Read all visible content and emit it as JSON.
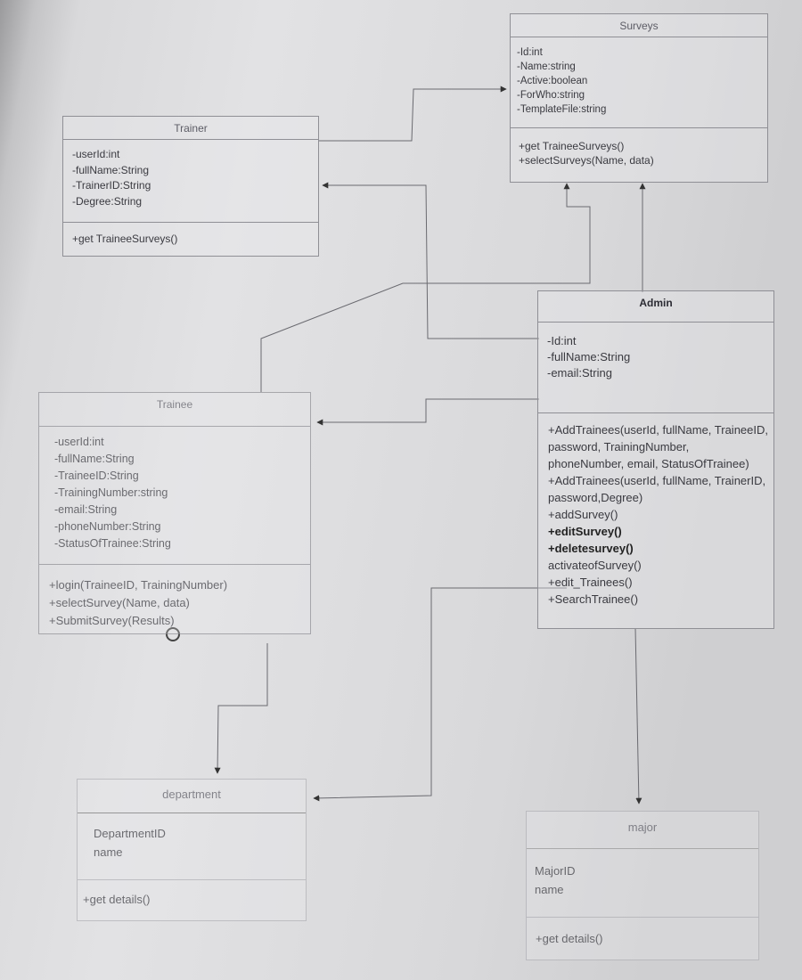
{
  "classes": {
    "surveys": {
      "title": "Surveys",
      "attributes": [
        "-Id:int",
        "-Name:string",
        "-Active:boolean",
        "-ForWho:string",
        "-TemplateFile:string"
      ],
      "methods": [
        "+get TraineeSurveys()",
        "+selectSurveys(Name, data)"
      ]
    },
    "trainer": {
      "title": "Trainer",
      "attributes": [
        "-userId:int",
        "-fullName:String",
        "-TrainerID:String",
        "-Degree:String"
      ],
      "methods": [
        "+get TraineeSurveys()"
      ]
    },
    "admin": {
      "title": "Admin",
      "attributes": [
        "-Id:int",
        "-fullName:String",
        "-email:String"
      ],
      "methods": [
        "+AddTrainees(userId, fullName, TraineeID, password, TrainingNumber, phoneNumber, email, StatusOfTrainee)",
        "+AddTrainees(userId, fullName, TrainerID, password,Degree)",
        "+addSurvey()",
        "+editSurvey()",
        "+deletesurvey()",
        "activateofSurvey()",
        "+edit_Trainees()",
        "+SearchTrainee()"
      ]
    },
    "trainee": {
      "title": "Trainee",
      "attributes": [
        "-userId:int",
        "-fullName:String",
        "-TraineeID:String",
        "-TrainingNumber:string",
        "-email:String",
        "-phoneNumber:String",
        "-StatusOfTrainee:String"
      ],
      "methods": [
        "+login(TraineeID, TrainingNumber)",
        "+selectSurvey(Name, data)",
        "+SubmitSurvey(Results)"
      ]
    },
    "department": {
      "title": "department",
      "attributes": [
        "DepartmentID",
        "name"
      ],
      "methods": [
        "+get details()"
      ]
    },
    "major": {
      "title": "major",
      "attributes": [
        "MajorID",
        "name"
      ],
      "methods": [
        "+get details()"
      ]
    }
  },
  "colors": {
    "line": "#4a4a50",
    "border": "#8f8f95",
    "text": "#3a3a40"
  }
}
